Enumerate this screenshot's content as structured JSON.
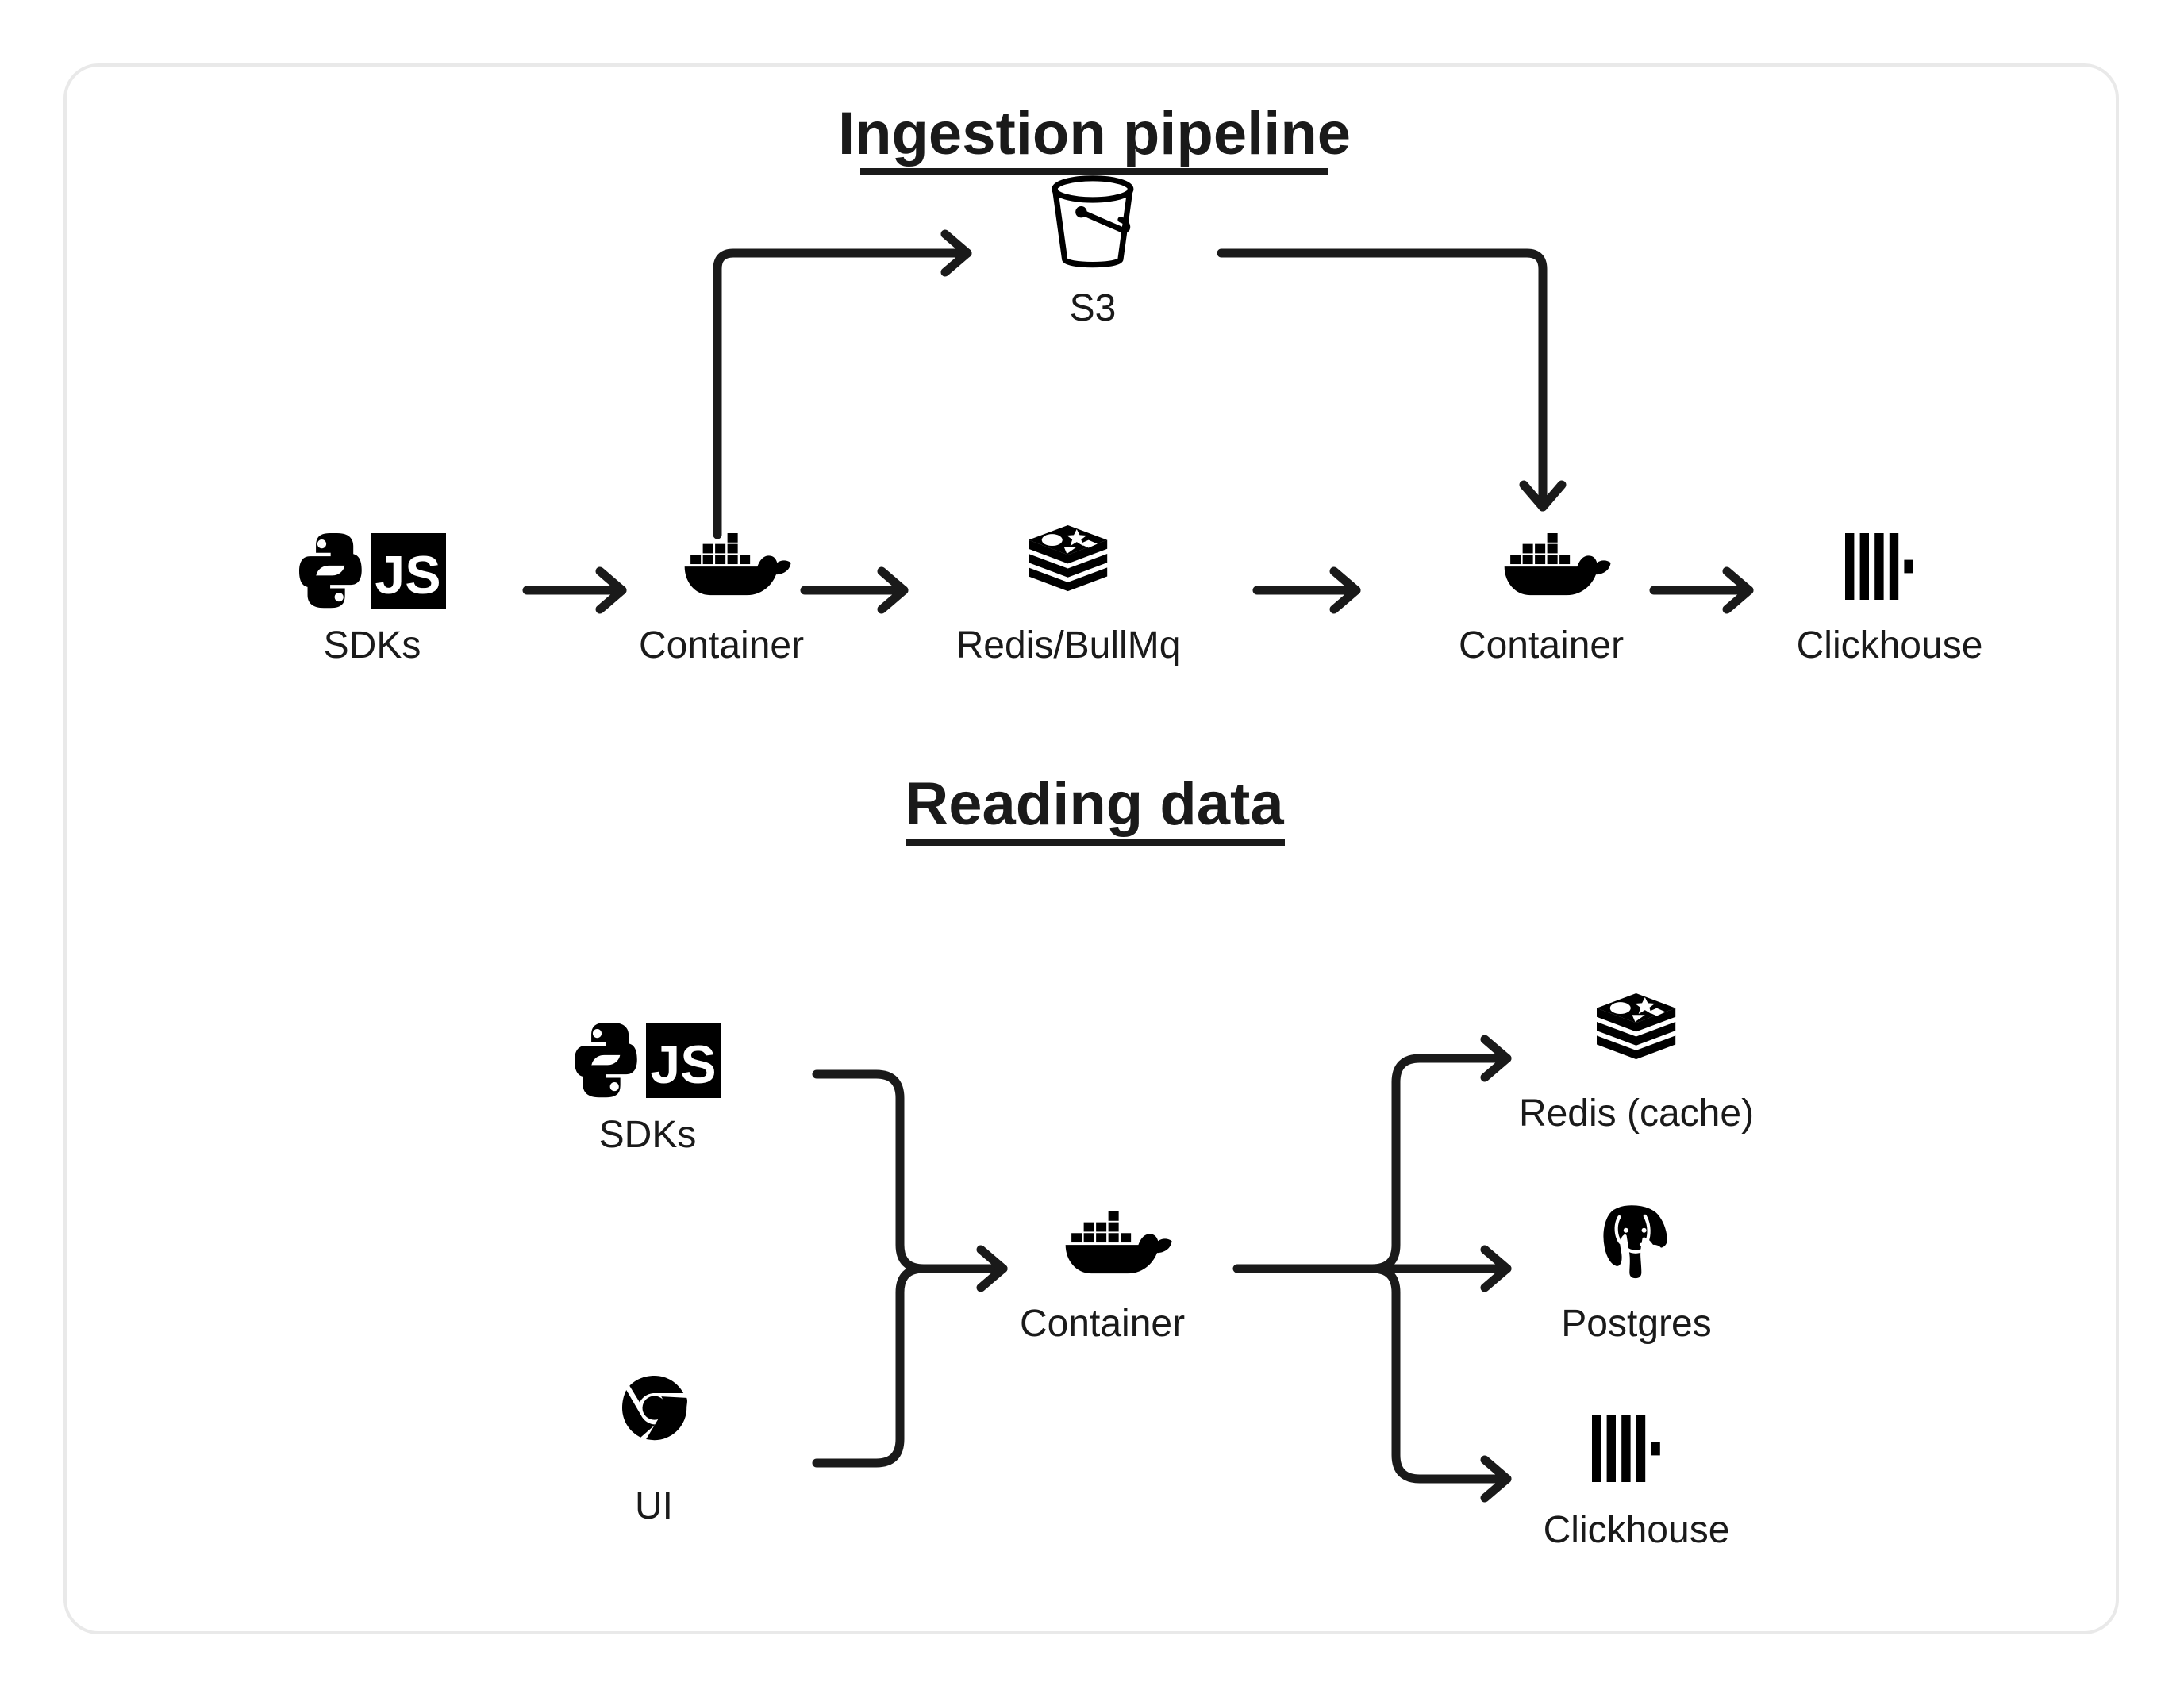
{
  "card": {
    "border_color": "#e9e9e9",
    "background": "#ffffff"
  },
  "sections": [
    {
      "id": "ingestion",
      "title": "Ingestion pipeline",
      "nodes": [
        {
          "id": "sdks-1",
          "label": "SDKs",
          "icon": "python-js-sdks-icon"
        },
        {
          "id": "container-1",
          "label": "Container",
          "icon": "docker-whale-icon"
        },
        {
          "id": "s3",
          "label": "S3",
          "icon": "s3-bucket-icon"
        },
        {
          "id": "redis-bullmq",
          "label": "Redis/BullMq",
          "icon": "redis-stack-icon"
        },
        {
          "id": "container-2",
          "label": "Container",
          "icon": "docker-whale-icon"
        },
        {
          "id": "clickhouse-1",
          "label": "Clickhouse",
          "icon": "clickhouse-bars-icon"
        }
      ],
      "edges": [
        {
          "from": "sdks-1",
          "to": "container-1",
          "style": "straight-right"
        },
        {
          "from": "container-1",
          "to": "s3",
          "style": "up-then-right"
        },
        {
          "from": "container-1",
          "to": "redis-bullmq",
          "style": "straight-right"
        },
        {
          "from": "s3",
          "to": "container-2",
          "style": "right-then-down"
        },
        {
          "from": "redis-bullmq",
          "to": "container-2",
          "style": "straight-right"
        },
        {
          "from": "container-2",
          "to": "clickhouse-1",
          "style": "straight-right"
        }
      ]
    },
    {
      "id": "reading",
      "title": "Reading data",
      "nodes": [
        {
          "id": "sdks-2",
          "label": "SDKs",
          "icon": "python-js-sdks-icon"
        },
        {
          "id": "ui",
          "label": "UI",
          "icon": "chrome-browser-icon"
        },
        {
          "id": "container-3",
          "label": "Container",
          "icon": "docker-whale-icon"
        },
        {
          "id": "redis-cache",
          "label": "Redis (cache)",
          "icon": "redis-stack-icon"
        },
        {
          "id": "postgres",
          "label": "Postgres",
          "icon": "postgres-elephant-icon"
        },
        {
          "id": "clickhouse-2",
          "label": "Clickhouse",
          "icon": "clickhouse-bars-icon"
        }
      ],
      "edges": [
        {
          "from": "sdks-2",
          "to": "container-3",
          "style": "merge-from-top"
        },
        {
          "from": "ui",
          "to": "container-3",
          "style": "merge-from-bottom"
        },
        {
          "from": "container-3",
          "to": "redis-cache",
          "style": "branch-up"
        },
        {
          "from": "container-3",
          "to": "postgres",
          "style": "branch-straight"
        },
        {
          "from": "container-3",
          "to": "clickhouse-2",
          "style": "branch-down"
        }
      ]
    }
  ],
  "icon_text": {
    "js_badge": "JS"
  },
  "colors": {
    "ink": "#1a1a1a",
    "icon": "#000000",
    "card_border": "#e9e9e9",
    "page_background": "#ffffff"
  }
}
